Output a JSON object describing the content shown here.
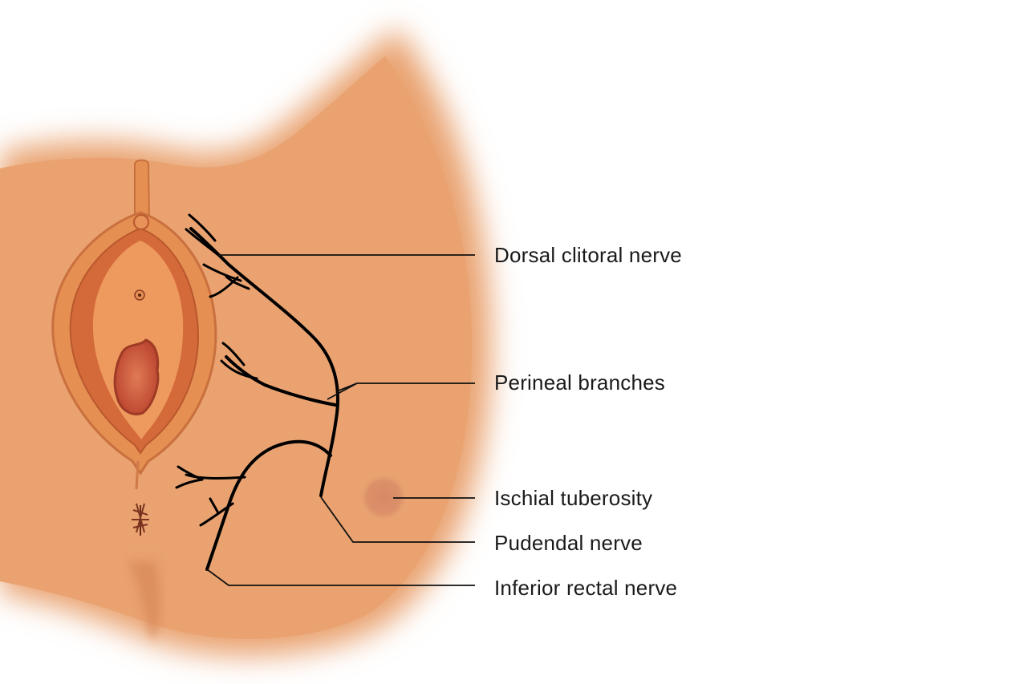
{
  "labels": {
    "dorsal_clitoral_nerve": "Dorsal clitoral nerve",
    "perineal_branches": "Perineal branches",
    "ischial_tuberosity": "Ischial tuberosity",
    "pudendal_nerve": "Pudendal nerve",
    "inferior_rectal_nerve": "Inferior rectal nerve"
  },
  "colors": {
    "skin": "#e9a270",
    "skin_shadow": "#d98a5a",
    "labia_outer": "#e58f52",
    "labia_inner": "#d46a3a",
    "vestibule": "#ee9a5e",
    "opening": "#c94a34",
    "nerve": "#000000",
    "leader_line": "#111111",
    "background": "#ffffff"
  }
}
